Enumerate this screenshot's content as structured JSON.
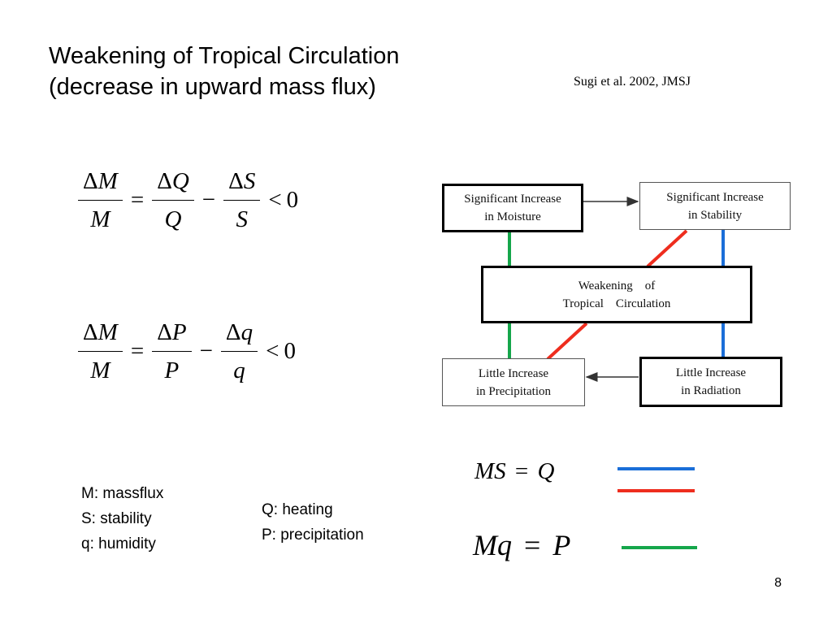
{
  "title": {
    "line1": "Weakening of Tropical Circulation",
    "line2": "(decrease in upward mass flux)"
  },
  "citation": "Sugi et al. 2002, JMSJ",
  "equation1": {
    "lhs_num": "M",
    "lhs_den": "M",
    "t1_num": "Q",
    "t1_den": "Q",
    "t2_num": "S",
    "t2_den": "S",
    "rhs": "0"
  },
  "equation2": {
    "lhs_num": "M",
    "lhs_den": "M",
    "t1_num": "P",
    "t1_den": "P",
    "t2_num": "q",
    "t2_den": "q",
    "rhs": "0"
  },
  "symbols": {
    "delta": "Δ",
    "equals": "=",
    "minus": "−",
    "less": "<"
  },
  "diagram": {
    "moisture": {
      "line1": "Significant Increase",
      "line2": "in Moisture"
    },
    "stability": {
      "line1": "Significant Increase",
      "line2": "in Stability"
    },
    "weakening": {
      "line1": "Weakening    of",
      "line2": "Tropical    Circulation"
    },
    "precipitation": {
      "line1": "Little Increase",
      "line2": "in Precipitation"
    },
    "radiation": {
      "line1": "Little Increase",
      "line2": "in Radiation"
    }
  },
  "relations": {
    "ms_q": {
      "left": "MS",
      "right": "Q"
    },
    "mq_p": {
      "left": "Mq",
      "right": "P"
    }
  },
  "colors": {
    "blue": "#1a6ed8",
    "red": "#ee2d1e",
    "green": "#15a64b"
  },
  "definitions": {
    "left": [
      "M: massflux",
      "S: stability",
      "q: humidity"
    ],
    "right": [
      "Q: heating",
      "P: precipitation"
    ]
  },
  "page_number": "8"
}
